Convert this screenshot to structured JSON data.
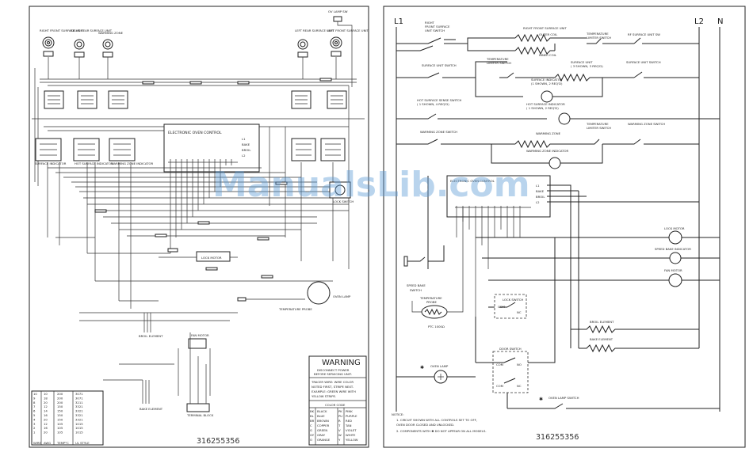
{
  "watermark": "ManualsLib.com",
  "left": {
    "part_number": "316255356",
    "burners": {
      "right_front": "RIGHT FRONT SURFACE UNIT",
      "right_rear": "RIGHT REAR SURFACE UNIT",
      "warming_zone": "WARMING ZONE",
      "left_rear": "LEFT REAR SURFACE UNIT",
      "left_front": "LEFT FRONT SURFACE UNIT"
    },
    "oven_lamp_sw": "OV LAMP SW",
    "indicators": {
      "surface": "SURFACE INDICATOR",
      "hot_surface": "HOT SURFACE INDICATOR",
      "warming_zone": "WARMING ZONE INDICATOR"
    },
    "eoc": {
      "title": "ELECTRONIC OVEN CONTROL",
      "terms": [
        "L1",
        "BAKE",
        "BROIL",
        "L2"
      ]
    },
    "labels": {
      "lock_motor": "LOCK MOTOR",
      "lock_switch": "LOCK SWITCH",
      "temp_probe": "TEMPERATURE PROBE",
      "oven_lamp": "OVEN LAMP",
      "broil_element": "BROIL ELEMENT",
      "fan_motor": "FAN MOTOR",
      "bake_element": "BAKE ELEMENT",
      "terminal_block": "TERMINAL BLOCK"
    },
    "warning": {
      "title": "WARNING",
      "line1": "DISCONNECT POWER",
      "line2": "BEFORE SERVICING UNIT.",
      "tracer": [
        "TRACER WIRE: WIRE COLOR",
        "NOTED FIRST, STRIPE NEXT.",
        "EXAMPLE: GREEN WIRE WITH",
        "YELLOW STRIPE."
      ],
      "color_code_title": "COLOR CODE",
      "codes": [
        [
          "BK",
          "BLACK",
          "PK",
          "PINK"
        ],
        [
          "BL",
          "BLUE",
          "PU",
          "PURPLE"
        ],
        [
          "BR",
          "BROWN",
          "R",
          "RED"
        ],
        [
          "C",
          "COPPER",
          "T",
          "TAN"
        ],
        [
          "G",
          "GREEN",
          "V",
          "VIOLET"
        ],
        [
          "GY",
          "GRAY",
          "W",
          "WHITE"
        ],
        [
          "O",
          "ORANGE",
          "Y",
          "YELLOW"
        ]
      ]
    },
    "wire_table": {
      "headers": [
        "WIRE",
        "AWG",
        "TEMP°C",
        "UL STYLE"
      ],
      "rows": [
        [
          "10",
          "10",
          "200",
          "3071"
        ],
        [
          "9",
          "18",
          "200",
          "3071"
        ],
        [
          "8",
          "20",
          "200",
          "3211"
        ],
        [
          "7",
          "12",
          "150",
          "3321"
        ],
        [
          "6",
          "14",
          "150",
          "3321"
        ],
        [
          "5",
          "16",
          "150",
          "3321"
        ],
        [
          "4",
          "20",
          "150",
          "3321"
        ],
        [
          "3",
          "12",
          "105",
          "1015"
        ],
        [
          "2",
          "16",
          "105",
          "1015"
        ],
        [
          "1",
          "20",
          "105",
          "1015"
        ]
      ]
    }
  },
  "right": {
    "part_number": "316255356",
    "rails": {
      "l1": "L1",
      "l2": "L2",
      "n": "N"
    },
    "rf_switch": [
      "RIGHT",
      "FRONT SURFACE",
      "UNIT SWITCH"
    ],
    "rf_unit": [
      "RIGHT FRONT SURFACE UNIT",
      "OUTER COIL"
    ],
    "inner_coil": "INNER COIL",
    "temp_limiter": [
      "TEMPERATURE",
      "LIMITER SWITCH"
    ],
    "rf_unit_sw": "RF SURFACE UNIT SW",
    "surface_unit_switch": "SURFACE UNIT SWITCH",
    "surface_unit": [
      "SURFACE UNIT",
      "( 3 SHOWN, 3 REQ'D)"
    ],
    "surface_unit_switch2": "SURFACE UNIT SWITCH",
    "surface_indicator": [
      "SURFACE INDICATOR",
      "(1 SHOWN, 2 REQ'D)"
    ],
    "hot_surface_sensor": [
      "HOT SURFACE SENSE SWITCH",
      "( 1 SHOWN, 4 REQ'D)"
    ],
    "hot_surface_indicator": [
      "HOT SURFACE INDICATOR",
      "( 1 SHOWN, 2 REQ'D)"
    ],
    "warming_zone_switch": "WARMING ZONE SWITCH",
    "warming_zone": "WARMING ZONE",
    "warming_zone_indicator": "WARMING ZONE INDICATOR",
    "warming_zone_switch2": "WARMING ZONE SWITCH",
    "eoc": "ELECTRONIC OVEN CONTROL",
    "eoc_terms": [
      "L1",
      "BAKE",
      "BROIL",
      "L2"
    ],
    "lock_motor": "LOCK MOTOR",
    "speed_bake_indicator": "SPEED BAKE INDICATOR",
    "fan_motor": "FAN MOTOR",
    "speed_bake_switch": [
      "SPEED BAKE",
      "SWITCH"
    ],
    "temp_probe": [
      "TEMPERATURE",
      "PROBE"
    ],
    "probe_ohms": "PTC 1000Ω",
    "lock_switch": "LOCK SWITCH",
    "com": "COM",
    "nc": "NC",
    "no": "NO",
    "broil_element": "BROIL ELEMENT",
    "bake_element": "BAKE ELEMENT",
    "door_switch": "DOOR SWITCH",
    "oven_lamp": "OVEN LAMP",
    "oven_lamp_switch": "OVEN LAMP SWITCH",
    "notes": [
      "NOTICE:",
      "1.  CIRCUIT SHOWN WITH ALL CONTROLS SET TO OFF,",
      "     OVEN DOOR CLOSED AND UNLOCKED.",
      "2.  COMPONENTS WITH  ✱  DO NOT APPEAR ON ALL MODELS."
    ]
  }
}
